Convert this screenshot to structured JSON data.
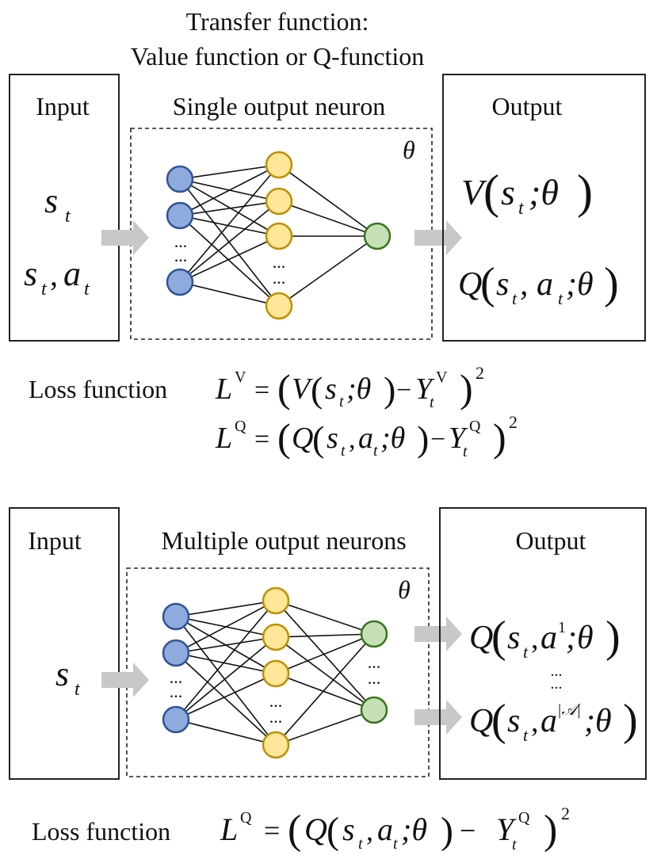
{
  "header": {
    "line1": "Transfer function:",
    "line2": "Value function or Q-function"
  },
  "top": {
    "input_label": "Input",
    "network_title": "Single output neuron",
    "theta": "θ",
    "output_label": "Output",
    "inputs": [
      {
        "base": "s",
        "sub": "t"
      },
      {
        "base": "s",
        "sub": "t",
        "sep": ", ",
        "base2": "a",
        "sub2": "t"
      }
    ],
    "ellipsis": "...",
    "outputs": [
      {
        "fn": "V",
        "args": "s",
        "sub": "t",
        "rest": ";θ"
      },
      {
        "fn": "Q",
        "args": "s",
        "sub": "t",
        "mid": ", a",
        "sub2": "t",
        "rest": ";θ"
      }
    ],
    "loss_label": "Loss function",
    "loss_v": {
      "L": "L",
      "sup": "V",
      "eq": "=",
      "fn": "V",
      "s": "s",
      "sub": "t",
      "rest": ";θ",
      "minus": "−",
      "Y": "Y",
      "ysub": "t",
      "ysup": "V",
      "pow": "2"
    },
    "loss_q": {
      "L": "L",
      "sup": "Q",
      "eq": "=",
      "fn": "Q",
      "s": "s",
      "sub": "t",
      "a": "a",
      "asub": "t",
      "rest": ";θ",
      "minus": "−",
      "Y": "Y",
      "ysub": "t",
      "ysup": "Q",
      "pow": "2"
    }
  },
  "bottom": {
    "input_label": "Input",
    "network_title": "Multiple output neurons",
    "theta": "θ",
    "output_label": "Output",
    "input": {
      "base": "s",
      "sub": "t"
    },
    "ellipsis": "...",
    "outputs": [
      {
        "fn": "Q",
        "s": "s",
        "sub": "t",
        "a": "a",
        "sup": "1",
        "rest": ";θ"
      },
      {
        "fn": "Q",
        "s": "s",
        "sub": "t",
        "a": "a",
        "sup": "|𝒜|",
        "rest": ";θ"
      }
    ],
    "loss_label": "Loss function",
    "loss_q": {
      "L": "L",
      "sup": "Q",
      "eq": "=",
      "fn": "Q",
      "s": "s",
      "sub": "t",
      "a": "a",
      "asub": "t",
      "rest": ";θ",
      "minus": "−",
      "Y": "Y",
      "ysub": "t",
      "ysup": "Q",
      "pow": "2"
    }
  },
  "colors": {
    "input_node_fill": "#8faadc",
    "input_node_stroke": "#2f5597",
    "hidden_node_fill": "#ffe699",
    "hidden_node_stroke": "#bf9000",
    "output_node_fill": "#c5e0b4",
    "output_node_stroke": "#38761d",
    "arrow": "#c8c8c8"
  }
}
